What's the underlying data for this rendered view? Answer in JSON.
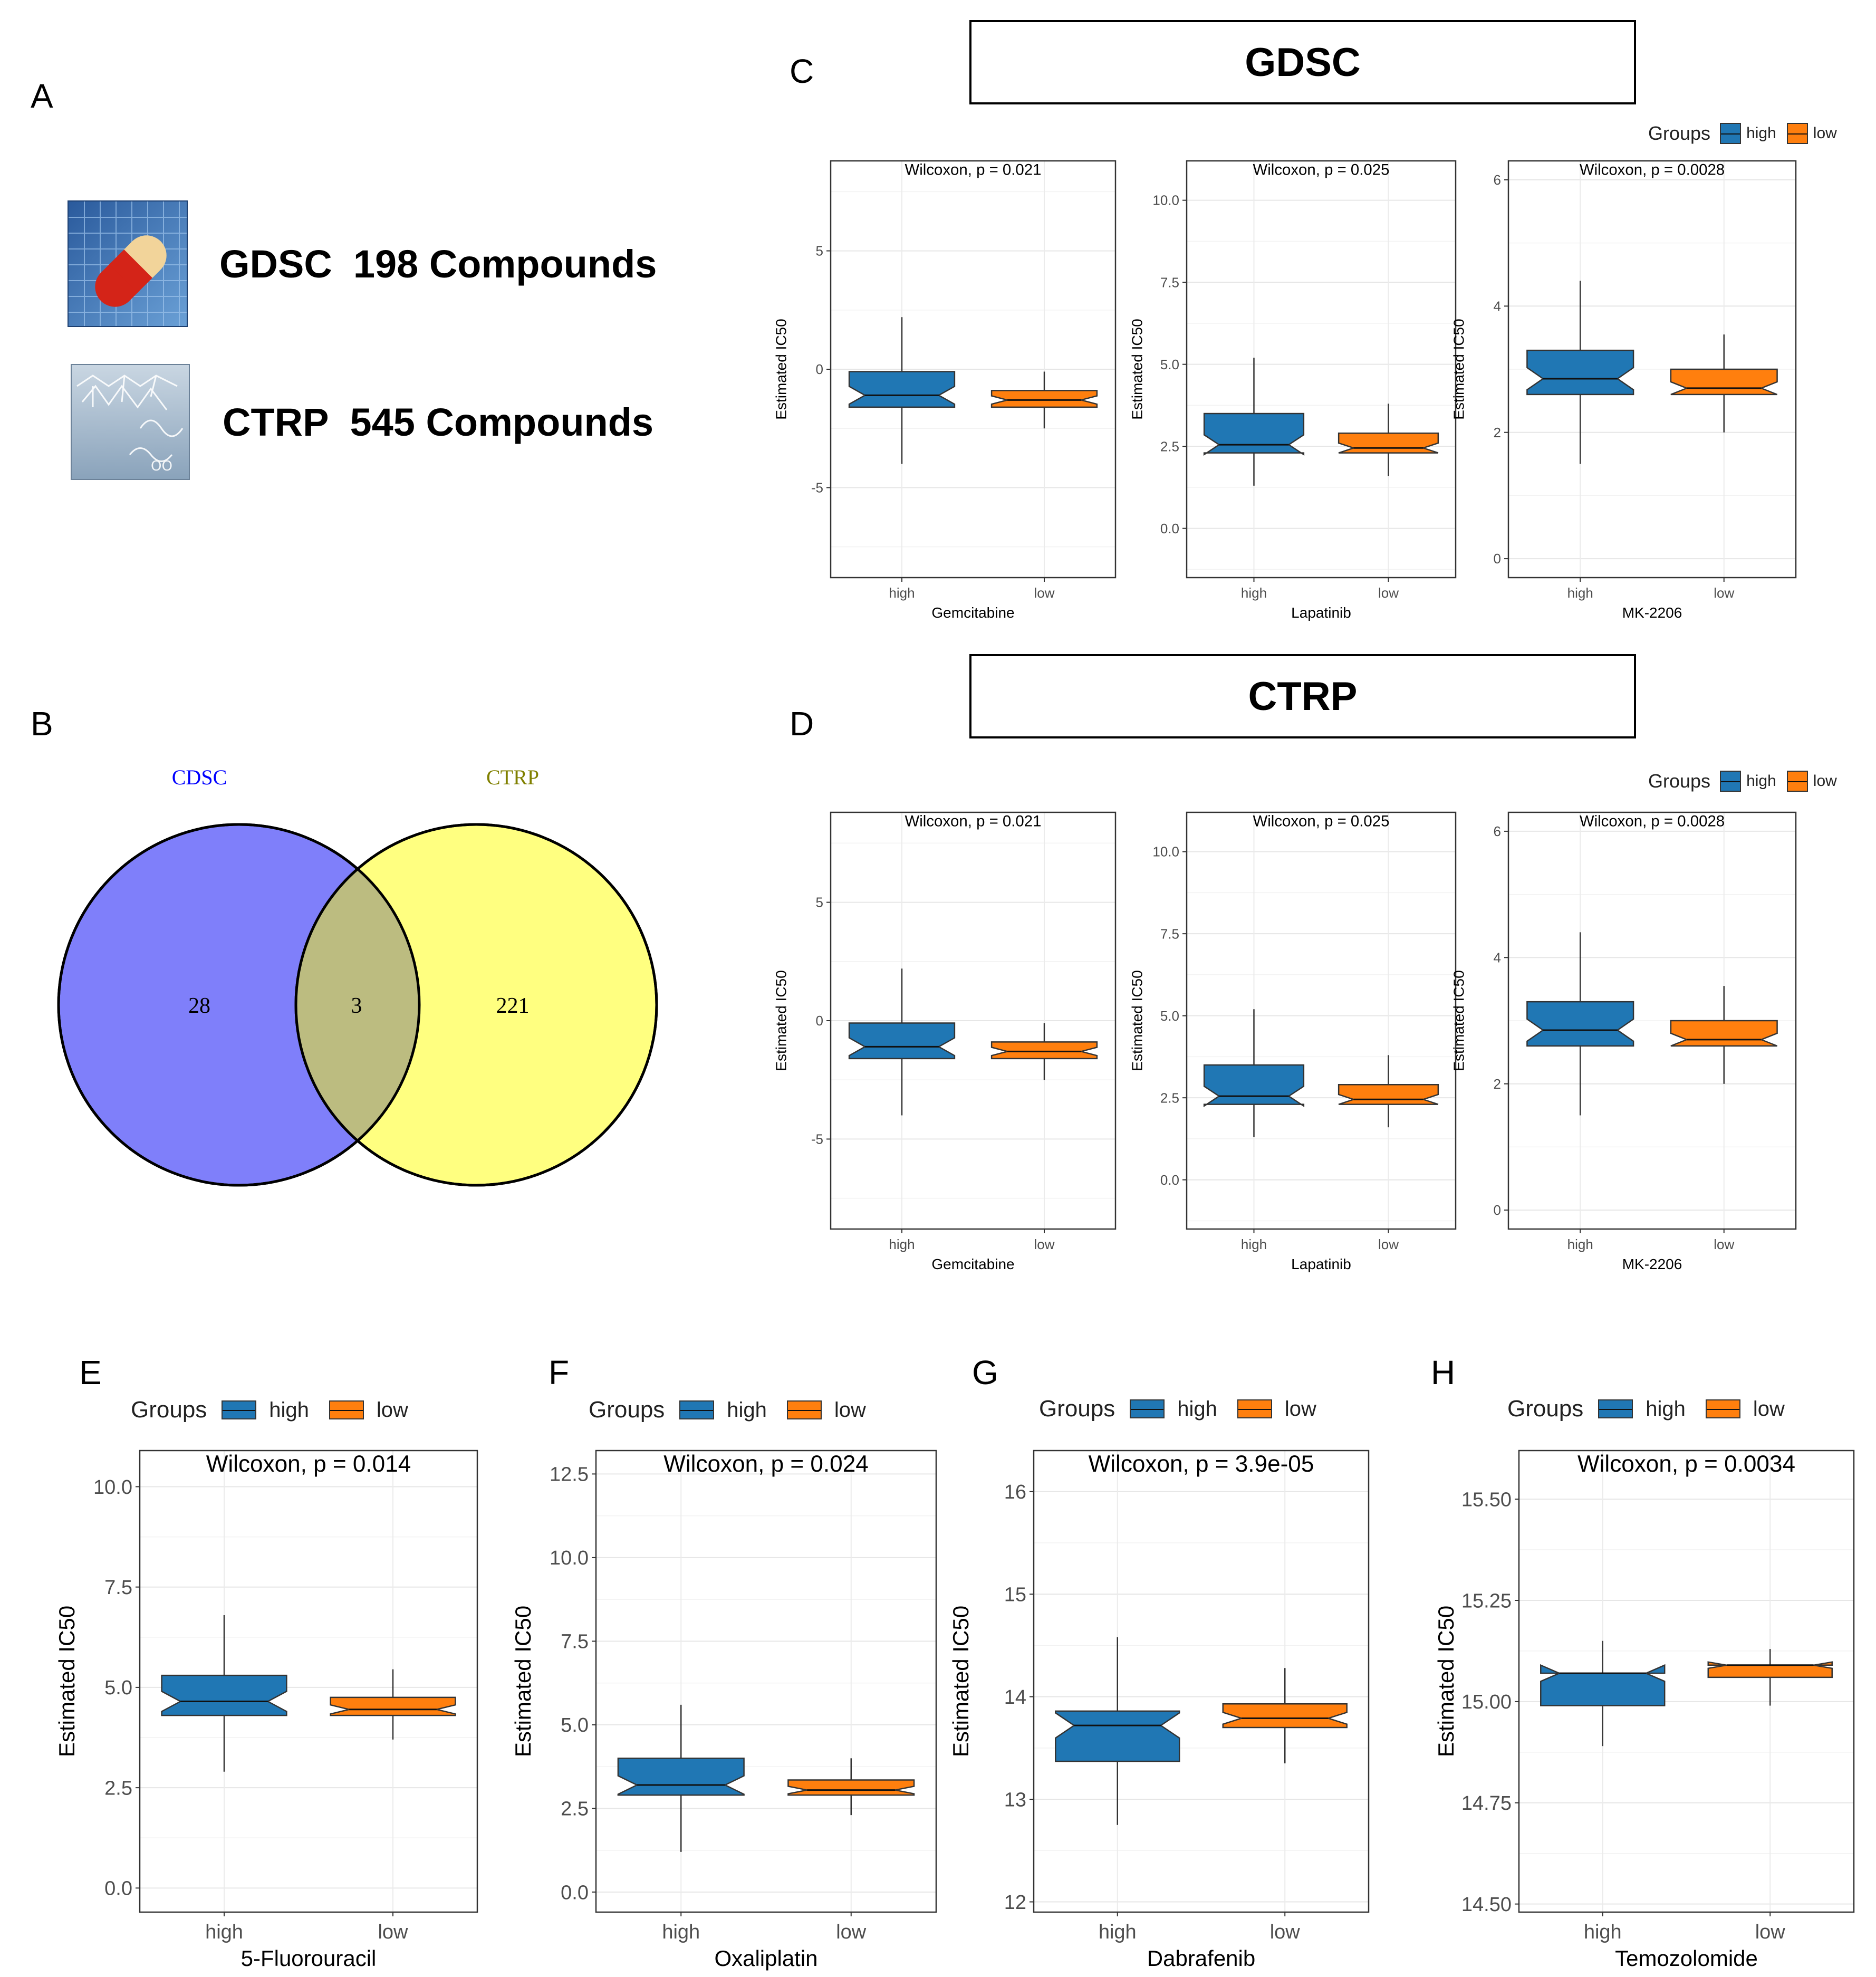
{
  "panels": {
    "A": {
      "letter": "A",
      "databases": [
        {
          "name": "GDSC",
          "count_label": "198 Compounds",
          "icon": "pill-icon"
        },
        {
          "name": "CTRP",
          "count_label": "545 Compounds",
          "icon": "molecule-icon"
        }
      ]
    },
    "B": {
      "letter": "B",
      "venn": {
        "left_label": "CDSC",
        "right_label": "CTRP",
        "left_only": "28",
        "overlap": "3",
        "right_only": "221",
        "left_color": "#7f7ffa",
        "right_color": "#ffff80",
        "overlap_color": "#bcbc80",
        "left_label_color": "#0000ff",
        "right_label_color": "#808000"
      }
    },
    "C": {
      "letter": "C",
      "banner": "GDSC"
    },
    "D": {
      "letter": "D",
      "banner": "CTRP"
    },
    "E": {
      "letter": "E"
    },
    "F": {
      "letter": "F"
    },
    "G": {
      "letter": "G"
    },
    "H": {
      "letter": "H"
    }
  },
  "legend": {
    "title": "Groups",
    "items": [
      {
        "label": "high",
        "color": "#2077b4"
      },
      {
        "label": "low",
        "color": "#ff7f0e"
      }
    ]
  },
  "chart_data": [
    {
      "id": "C1",
      "type": "box",
      "xlabel": "Gemcitabine",
      "ylabel": "Estimated IC50",
      "annotation": "Wilcoxon, p = 0.021",
      "ylim": [
        -8.8,
        8.8
      ],
      "yticks": [
        -5,
        0,
        5
      ],
      "groups": [
        {
          "name": "high",
          "min": -4.0,
          "q1": -1.6,
          "median": -1.1,
          "q3": -0.1,
          "max": 2.2
        },
        {
          "name": "low",
          "min": -2.5,
          "q1": -1.6,
          "median": -1.3,
          "q3": -0.9,
          "max": -0.1
        }
      ]
    },
    {
      "id": "C2",
      "type": "box",
      "xlabel": "Lapatinib",
      "ylabel": "Estimated IC50",
      "annotation": "Wilcoxon, p = 0.025",
      "ylim": [
        -1.5,
        11.2
      ],
      "yticks": [
        0.0,
        2.5,
        5.0,
        7.5,
        10.0
      ],
      "ytick_labels": [
        "0.0",
        "2.5",
        "5.0",
        "7.5",
        "10.0"
      ],
      "groups": [
        {
          "name": "high",
          "min": 1.3,
          "q1": 2.3,
          "median": 2.55,
          "q3": 3.5,
          "max": 5.2
        },
        {
          "name": "low",
          "min": 1.6,
          "q1": 2.3,
          "median": 2.45,
          "q3": 2.9,
          "max": 3.8
        }
      ]
    },
    {
      "id": "C3",
      "type": "box",
      "xlabel": "MK-2206",
      "ylabel": "Estimated IC50",
      "annotation": "Wilcoxon, p = 0.0028",
      "ylim": [
        -0.3,
        6.3
      ],
      "yticks": [
        0,
        2,
        4,
        6
      ],
      "groups": [
        {
          "name": "high",
          "min": 1.5,
          "q1": 2.6,
          "median": 2.85,
          "q3": 3.3,
          "max": 4.4
        },
        {
          "name": "low",
          "min": 2.0,
          "q1": 2.6,
          "median": 2.7,
          "q3": 3.0,
          "max": 3.55
        }
      ]
    },
    {
      "id": "D1",
      "type": "box",
      "xlabel": "Gemcitabine",
      "ylabel": "Estimated IC50",
      "annotation": "Wilcoxon, p = 0.021",
      "ylim": [
        -8.8,
        8.8
      ],
      "yticks": [
        -5,
        0,
        5
      ],
      "groups": [
        {
          "name": "high",
          "min": -4.0,
          "q1": -1.6,
          "median": -1.1,
          "q3": -0.1,
          "max": 2.2
        },
        {
          "name": "low",
          "min": -2.5,
          "q1": -1.6,
          "median": -1.3,
          "q3": -0.9,
          "max": -0.1
        }
      ]
    },
    {
      "id": "D2",
      "type": "box",
      "xlabel": "Lapatinib",
      "ylabel": "Estimated IC50",
      "annotation": "Wilcoxon, p = 0.025",
      "ylim": [
        -1.5,
        11.2
      ],
      "yticks": [
        0.0,
        2.5,
        5.0,
        7.5,
        10.0
      ],
      "ytick_labels": [
        "0.0",
        "2.5",
        "5.0",
        "7.5",
        "10.0"
      ],
      "groups": [
        {
          "name": "high",
          "min": 1.3,
          "q1": 2.3,
          "median": 2.55,
          "q3": 3.5,
          "max": 5.2
        },
        {
          "name": "low",
          "min": 1.6,
          "q1": 2.3,
          "median": 2.45,
          "q3": 2.9,
          "max": 3.8
        }
      ]
    },
    {
      "id": "D3",
      "type": "box",
      "xlabel": "MK-2206",
      "ylabel": "Estimated IC50",
      "annotation": "Wilcoxon, p = 0.0028",
      "ylim": [
        -0.3,
        6.3
      ],
      "yticks": [
        0,
        2,
        4,
        6
      ],
      "groups": [
        {
          "name": "high",
          "min": 1.5,
          "q1": 2.6,
          "median": 2.85,
          "q3": 3.3,
          "max": 4.4
        },
        {
          "name": "low",
          "min": 2.0,
          "q1": 2.6,
          "median": 2.7,
          "q3": 3.0,
          "max": 3.55
        }
      ]
    },
    {
      "id": "E",
      "type": "box",
      "xlabel": "5-Fluorouracil",
      "ylabel": "Estimated IC50",
      "annotation": "Wilcoxon, p = 0.014",
      "ylim": [
        -0.6,
        10.9
      ],
      "yticks": [
        0.0,
        2.5,
        5.0,
        7.5,
        10.0
      ],
      "ytick_labels": [
        "0.0",
        "2.5",
        "5.0",
        "7.5",
        "10.0"
      ],
      "groups": [
        {
          "name": "high",
          "min": 2.9,
          "q1": 4.3,
          "median": 4.65,
          "q3": 5.3,
          "max": 6.8
        },
        {
          "name": "low",
          "min": 3.7,
          "q1": 4.3,
          "median": 4.45,
          "q3": 4.75,
          "max": 5.45
        }
      ]
    },
    {
      "id": "F",
      "type": "box",
      "xlabel": "Oxaliplatin",
      "ylabel": "Estimated IC50",
      "annotation": "Wilcoxon, p = 0.024",
      "ylim": [
        -0.6,
        13.2
      ],
      "yticks": [
        0.0,
        2.5,
        5.0,
        7.5,
        10.0,
        12.5
      ],
      "ytick_labels": [
        "0.0",
        "2.5",
        "5.0",
        "7.5",
        "10.0",
        "12.5"
      ],
      "groups": [
        {
          "name": "high",
          "min": 1.2,
          "q1": 2.9,
          "median": 3.2,
          "q3": 4.0,
          "max": 5.6
        },
        {
          "name": "low",
          "min": 2.3,
          "q1": 2.9,
          "median": 3.05,
          "q3": 3.35,
          "max": 4.0
        }
      ]
    },
    {
      "id": "G",
      "type": "box",
      "xlabel": "Dabrafenib",
      "ylabel": "Estimated IC50",
      "annotation": "Wilcoxon, p = 3.9e-05",
      "ylim": [
        11.9,
        16.4
      ],
      "yticks": [
        12,
        13,
        14,
        15,
        16
      ],
      "groups": [
        {
          "name": "high",
          "min": 12.75,
          "q1": 13.37,
          "median": 13.72,
          "q3": 13.86,
          "max": 14.58
        },
        {
          "name": "low",
          "min": 13.35,
          "q1": 13.7,
          "median": 13.79,
          "q3": 13.93,
          "max": 14.28
        }
      ]
    },
    {
      "id": "H",
      "type": "box",
      "xlabel": "Temozolomide",
      "ylabel": "Estimated IC50",
      "annotation": "Wilcoxon, p = 0.0034",
      "ylim": [
        14.48,
        15.62
      ],
      "yticks": [
        14.5,
        14.75,
        15.0,
        15.25,
        15.5
      ],
      "ytick_labels": [
        "14.50",
        "14.75",
        "15.00",
        "15.25",
        "15.50"
      ],
      "groups": [
        {
          "name": "high",
          "min": 14.89,
          "q1": 14.99,
          "median": 15.07,
          "q3": 15.07,
          "max": 15.15
        },
        {
          "name": "low",
          "min": 14.99,
          "q1": 15.06,
          "median": 15.09,
          "q3": 15.09,
          "max": 15.13
        }
      ]
    }
  ]
}
